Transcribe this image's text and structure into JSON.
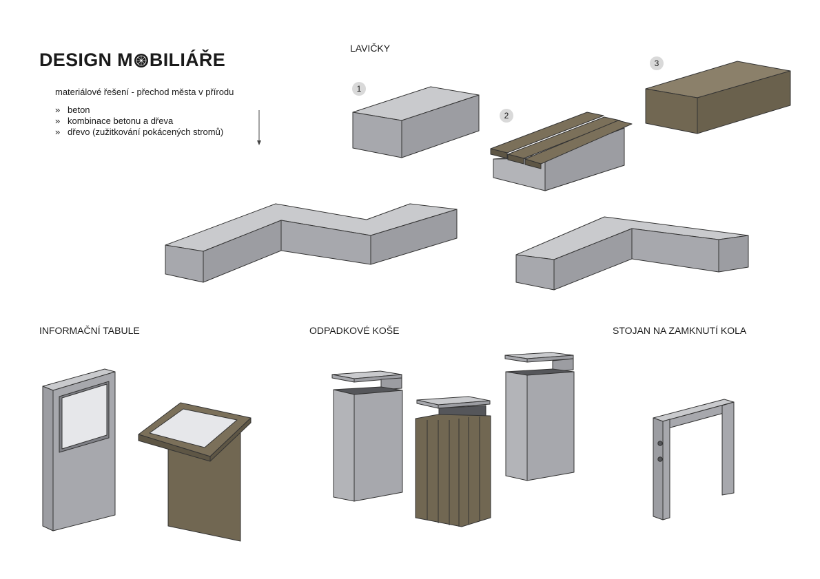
{
  "title": {
    "before": "DESIGN M",
    "after": "BILIÁŘE",
    "wheel_icon": "bicycle-wheel-icon"
  },
  "subtitle": "materiálové řešení - přechod města v přírodu",
  "bullet_marker": "»",
  "bullets": [
    "beton",
    "kombinace betonu a dřeva",
    "dřevo (zužitkování pokácených stromů)"
  ],
  "sections": {
    "benches": "LAVIČKY",
    "info_boards": "INFORMAČNÍ  TABULE",
    "bins": "ODPADKOVÉ KOŠE",
    "bike_rack": "STOJAN NA ZAMKNUTÍ KOLA"
  },
  "bench_numbers": [
    "1",
    "2",
    "3"
  ],
  "colors": {
    "concrete": "#a7a8ad",
    "concrete_top": "#c9cacd",
    "wood": "#716752",
    "wood_dark": "#5e5645",
    "line": "#333333"
  }
}
